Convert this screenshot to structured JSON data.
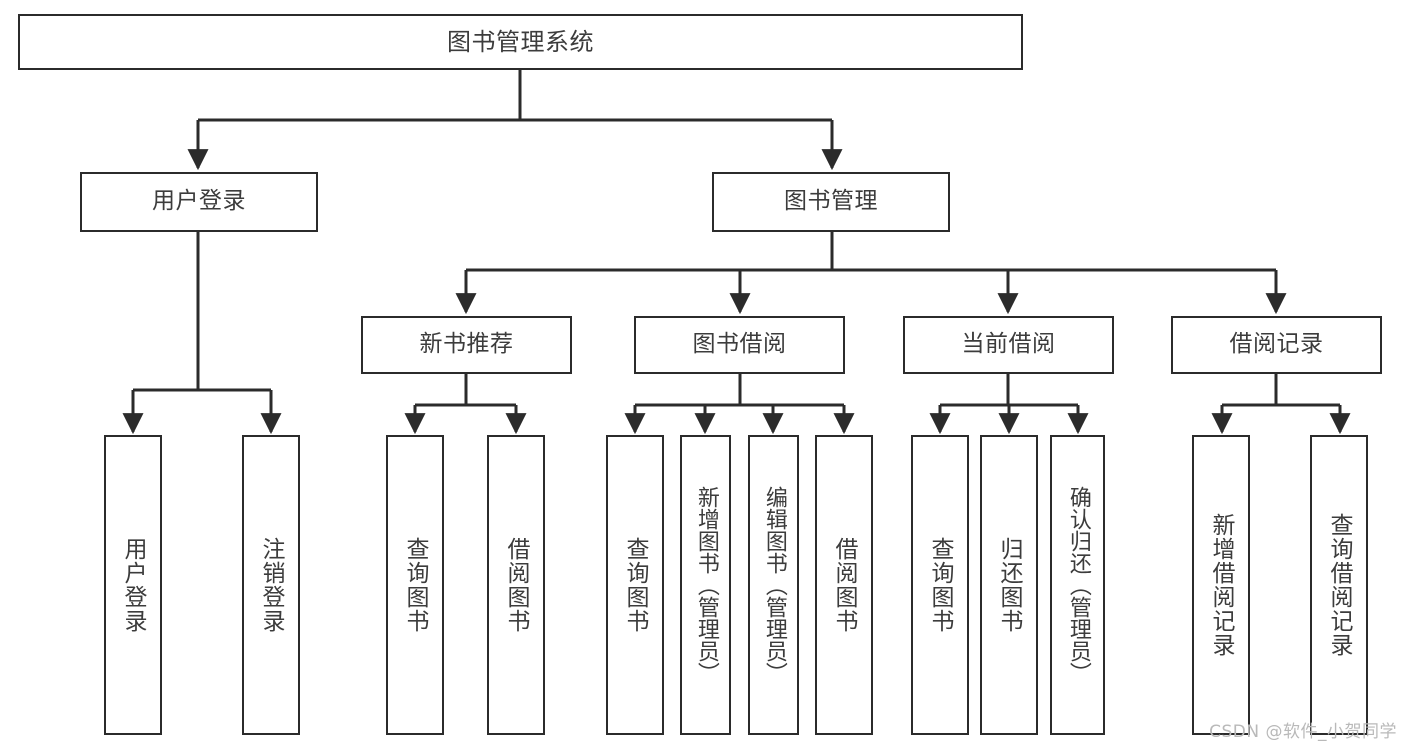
{
  "diagram": {
    "type": "tree",
    "title": "图书管理系统",
    "colors": {
      "line": "#2b2b2b",
      "text": "#3c3c3c",
      "box_fill": "#ffffff",
      "background": "#ffffff",
      "watermark": "#b9b9b9"
    },
    "root": {
      "label": "图书管理系统"
    },
    "level2": {
      "user_login": "用户登录",
      "book_manage": "图书管理"
    },
    "level3": {
      "new_book_rec": "新书推荐",
      "book_borrow": "图书借阅",
      "current_borrow": "当前借阅",
      "borrow_record": "借阅记录"
    },
    "leaves": {
      "user_login": [
        "用户登录",
        "注销登录"
      ],
      "new_book_rec": [
        "查询图书",
        "借阅图书"
      ],
      "book_borrow": [
        "查询图书",
        "新增图书（管理员）",
        "编辑图书（管理员）",
        "借阅图书"
      ],
      "current_borrow": [
        "查询图书",
        "归还图书",
        "确认归还（管理员）"
      ],
      "borrow_record": [
        "新增借阅记录",
        "查询借阅记录"
      ]
    }
  },
  "watermark": {
    "text": "CSDN @软件_小贺同学"
  }
}
